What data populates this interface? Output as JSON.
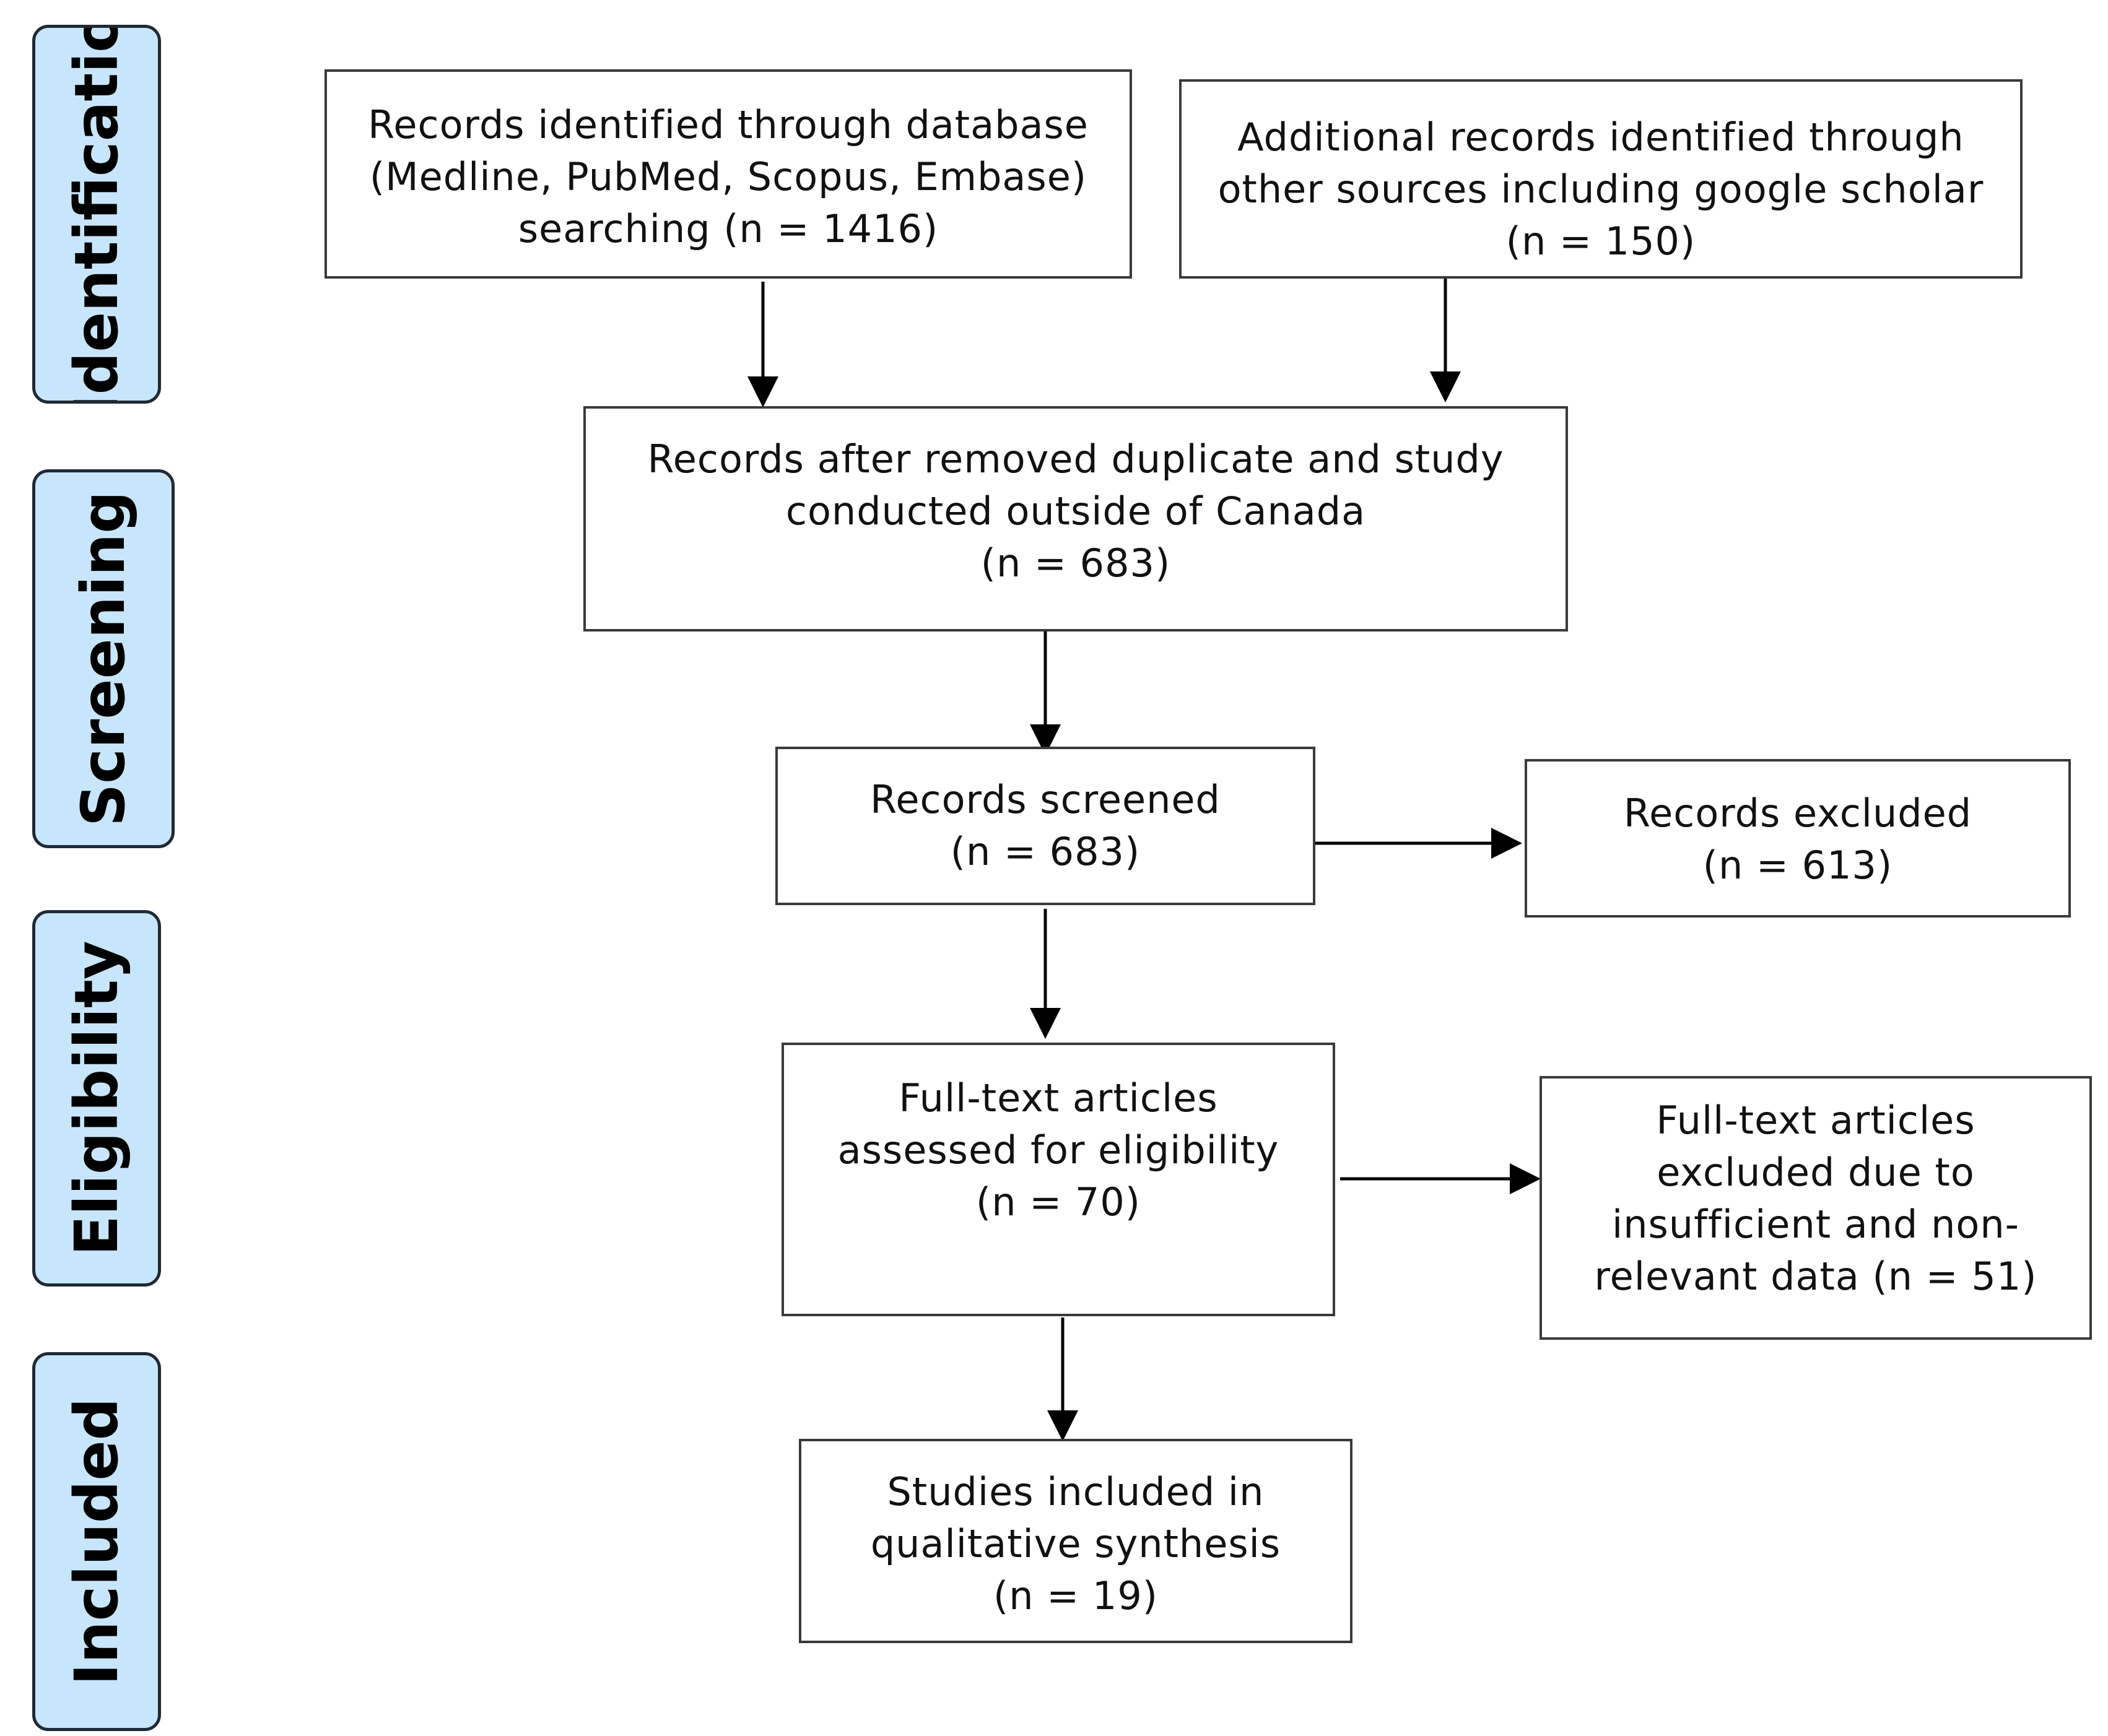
{
  "stages": {
    "identification": "Identificatio",
    "screening": "Screening",
    "eligibility": "Eligibility",
    "included": "Included"
  },
  "boxes": {
    "database_records": {
      "line1": "Records identified through database",
      "line2": "(Medline, PubMed, Scopus, Embase)",
      "line3": "searching (n = 1416)"
    },
    "additional_records": {
      "line1": "Additional records identified through",
      "line2": "other sources including google scholar",
      "line3": "(n = 150)"
    },
    "after_duplicates": {
      "line1": "Records after removed duplicate and study",
      "line2": "conducted outside of Canada",
      "line3": "(n = 683)"
    },
    "screened": {
      "line1": "Records screened",
      "line2": "(n = 683)"
    },
    "excluded": {
      "line1": "Records excluded",
      "line2": "(n = 613)"
    },
    "fulltext_assessed": {
      "line1": "Full-text articles",
      "line2": "assessed for eligibility",
      "line3": "(n = 70)"
    },
    "fulltext_excluded": {
      "line1": "Full-text articles",
      "line2": "excluded due to",
      "line3": "insufficient and non-",
      "line4": "relevant data (n = 51)"
    },
    "included_studies": {
      "line1": "Studies included in",
      "line2": "qualitative synthesis",
      "line3": "(n = 19)"
    }
  },
  "colors": {
    "stage_fill": "#c8e6fb",
    "stage_border": "#1f2a36",
    "box_border": "#3a3a3a",
    "arrow": "#000000"
  }
}
